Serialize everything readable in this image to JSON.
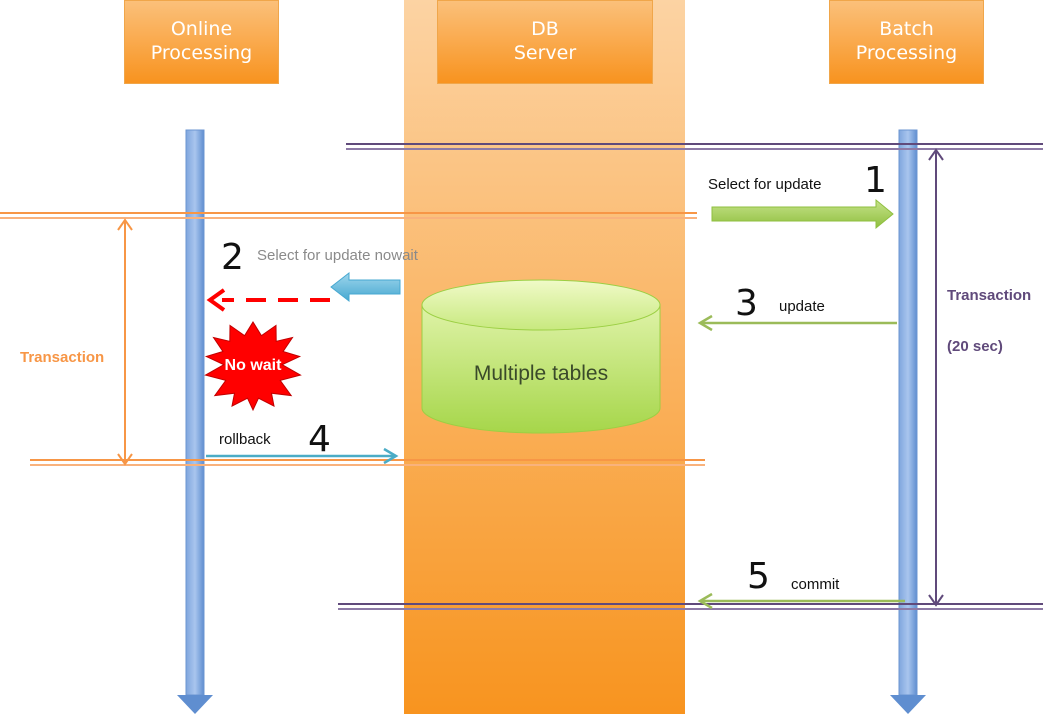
{
  "lanes": {
    "online": {
      "line1": "Online",
      "line2": "Processing"
    },
    "db": {
      "line1": "DB",
      "line2": "Server"
    },
    "batch": {
      "line1": "Batch",
      "line2": "Processing"
    }
  },
  "steps": {
    "s1": {
      "num": "1",
      "label": "Select for update"
    },
    "s2": {
      "num": "2",
      "label": "Select for update nowait"
    },
    "s3": {
      "num": "3",
      "label": "update"
    },
    "s4": {
      "num": "4",
      "label": "rollback"
    },
    "s5": {
      "num": "5",
      "label": "commit"
    }
  },
  "database": {
    "label": "Multiple tables"
  },
  "burst": {
    "label": "No wait"
  },
  "online_transaction": {
    "label": "Transaction"
  },
  "batch_transaction": {
    "label": "Transaction",
    "duration": "(20 sec)"
  },
  "colors": {
    "orange": "#f79646",
    "purple": "#604a7b",
    "green": "#9bbb59",
    "blue": "#4f81bd",
    "teal": "#4bacc6",
    "red": "#ff0000"
  }
}
